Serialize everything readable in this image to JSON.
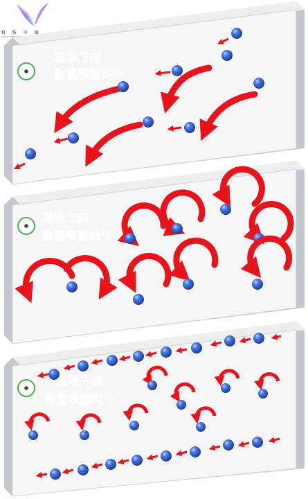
{
  "logo": {
    "text": "科 技 中 国",
    "subtitle": "CHINA SCIENCE COMMUNICATION"
  },
  "panels": [
    {
      "label_line1": "磁场方向",
      "label_line2": "垂直表面向外"
    },
    {
      "label_line1": "磁场方向",
      "label_line2": "垂直表面向外"
    },
    {
      "label_line1": "磁场方向",
      "label_line2": "垂直表面向外"
    }
  ],
  "colors": {
    "arrow": "#e8141c",
    "electron": "#2b57c5",
    "field_ring": "#4caf50",
    "label": "#33a033"
  }
}
